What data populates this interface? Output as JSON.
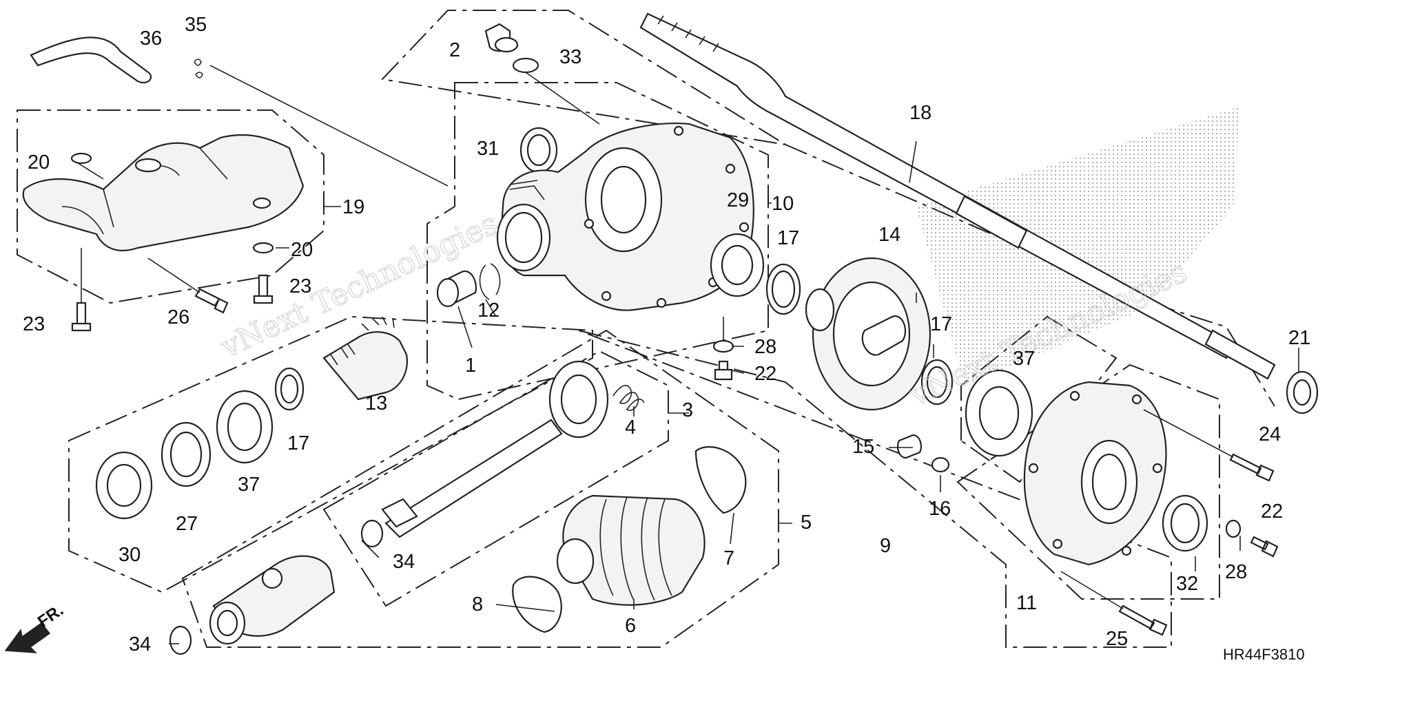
{
  "diagram": {
    "code": "HR44F3810",
    "front_label": "FR.",
    "watermark": "vNext Technologies",
    "callouts": [
      "1",
      "2",
      "3",
      "4",
      "5",
      "6",
      "7",
      "8",
      "9",
      "10",
      "11",
      "12",
      "13",
      "14",
      "15",
      "16",
      "17",
      "18",
      "19",
      "20",
      "21",
      "22",
      "23",
      "24",
      "25",
      "26",
      "27",
      "28",
      "29",
      "30",
      "31",
      "32",
      "33",
      "34",
      "35",
      "36",
      "37"
    ],
    "labels": {
      "l1": "1",
      "l2": "2",
      "l3": "3",
      "l4": "4",
      "l5": "5",
      "l6": "6",
      "l7": "7",
      "l8": "8",
      "l9": "9",
      "l10": "10",
      "l11": "11",
      "l12": "12",
      "l13": "13",
      "l14": "14",
      "l15": "15",
      "l16": "16",
      "l17a": "17",
      "l17b": "17",
      "l17c": "17",
      "l18": "18",
      "l19": "19",
      "l20a": "20",
      "l20b": "20",
      "l21": "21",
      "l22a": "22",
      "l22b": "22",
      "l23a": "23",
      "l23b": "23",
      "l24": "24",
      "l25": "25",
      "l26": "26",
      "l27": "27",
      "l28a": "28",
      "l28b": "28",
      "l29": "29",
      "l30": "30",
      "l31": "31",
      "l32": "32",
      "l33": "33",
      "l34a": "34",
      "l34b": "34",
      "l35": "35",
      "l36": "36",
      "l37a": "37",
      "l37b": "37"
    }
  }
}
